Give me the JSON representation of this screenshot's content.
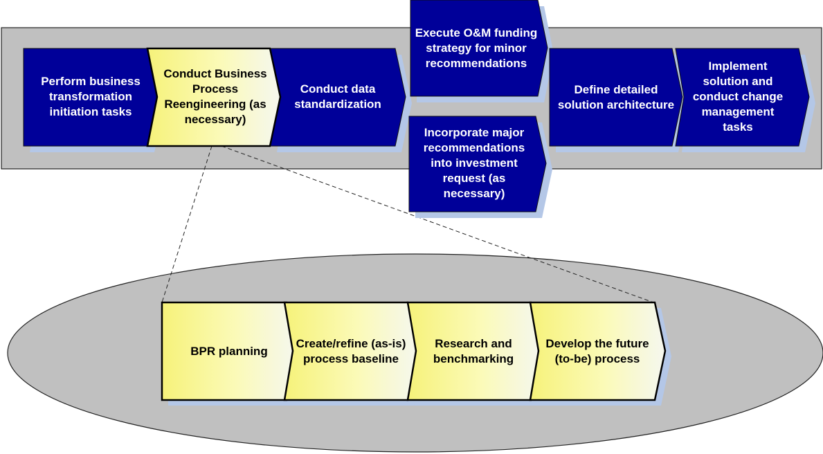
{
  "process": {
    "perform_initiation": "Perform business transformation initiation tasks",
    "conduct_bpr": "Conduct Business Process Reengineering (as necessary)",
    "data_standardization": "Conduct data standardization",
    "execute_om": "Execute O&M funding strategy for minor recommendations",
    "incorporate_major": "Incorporate major recommendations into investment request (as necessary)",
    "define_architecture": "Define detailed solution architecture",
    "implement_solution": "Implement solution and conduct change management tasks"
  },
  "bpr_detail": {
    "planning": "BPR planning",
    "baseline": "Create/refine (as-is) process baseline",
    "research": "Research and benchmarking",
    "future": "Develop the future (to-be) process"
  },
  "colors": {
    "blue_step": "#000099",
    "yellow_step": "#ffff99",
    "band_fill": "#c0c0c0",
    "shadow": "#b4c7e7"
  }
}
